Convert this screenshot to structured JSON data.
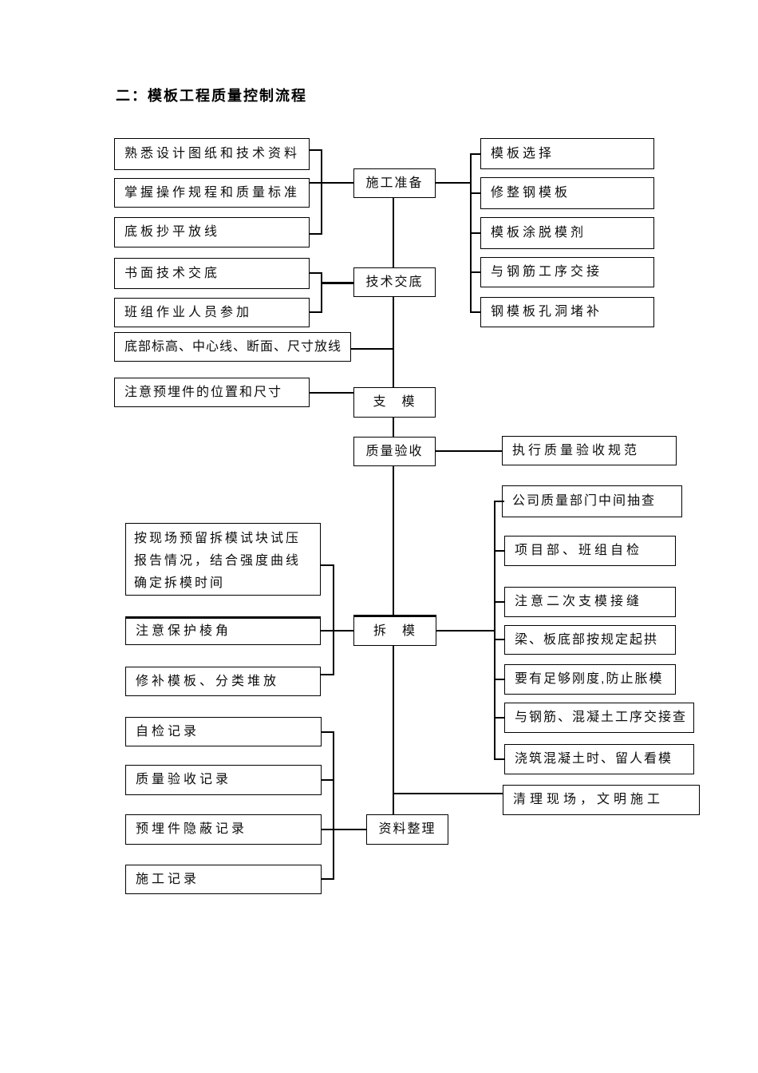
{
  "title": "二：模板工程质量控制流程",
  "nodes": {
    "prep": "施工准备",
    "disclose": "技术交底",
    "support": "支　模",
    "inspect": "质量验收",
    "strike": "拆　模",
    "archive": "资料整理"
  },
  "left": {
    "prep": [
      "熟悉设计图纸和技术资料",
      "掌握操作规程和质量标准",
      "底板抄平放线"
    ],
    "disclose": [
      "书面技术交底",
      "班组作业人员参加"
    ],
    "layout_line": "底部标高、中心线、断面、尺寸放线",
    "embed": "注意预埋件的位置和尺寸",
    "strike": [
      "按现场预留拆模试块试压报告情况，结合强度曲线确定拆模时间",
      "注意保护棱角",
      "修补模板、分类堆放"
    ],
    "records": [
      "自检记录",
      "质量验收记录",
      "预埋件隐蔽记录",
      "施工记录"
    ]
  },
  "right": {
    "prep": [
      "模板选择",
      "修整钢模板",
      "模板涂脱模剂",
      "与钢筋工序交接",
      "钢模板孔洞堵补"
    ],
    "inspect": "执行质量验收规范",
    "strike": [
      "公司质量部门中间抽查",
      "项目部、班组自检",
      "注意二次支模接缝",
      "梁、板底部按规定起拱",
      "要有足够刚度,防止胀模",
      "与钢筋、混凝土工序交接查",
      "浇筑混凝土时、留人看模"
    ],
    "cleanup": "清理现场，文明施工"
  },
  "colors": {
    "line": "#000000",
    "background": "#ffffff",
    "text": "#0d0d0d"
  }
}
